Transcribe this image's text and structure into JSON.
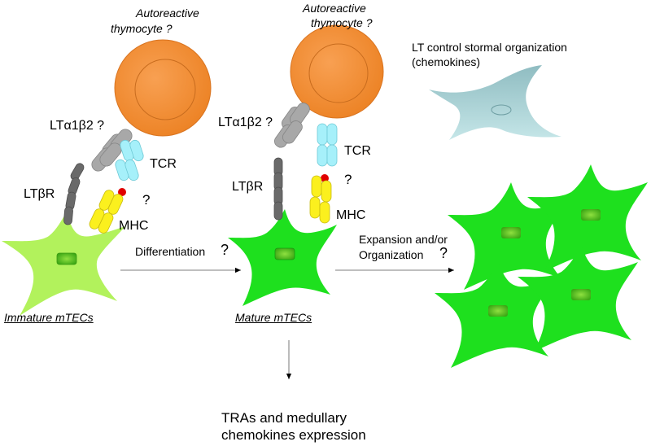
{
  "labels": {
    "autoreactive_left_1": "Autoreactive",
    "autoreactive_left_2": "thymocyte ?",
    "autoreactive_mid_1": "Autoreactive",
    "autoreactive_mid_2": "thymocyte ?",
    "stromal_1": "LT control stormal organization",
    "stromal_2": "(chemokines)",
    "lta1b2_left": "LTα1β2 ?",
    "ltbr_left": "LTβR",
    "tcr_left": "TCR",
    "q_left": "?",
    "mhc_left": "MHC",
    "lta1b2_mid": "LTα1β2 ?",
    "ltbr_mid": "LTβR",
    "tcr_mid": "TCR",
    "q_mid": "?",
    "mhc_mid": "MHC",
    "differentiation": "Differentiation",
    "differentiation_q": "?",
    "expansion_1": "Expansion and/or",
    "expansion_2": "Organization",
    "expansion_q": "?",
    "immature": "Immature mTECs",
    "mature": "Mature mTECs",
    "tras_1": "TRAs and medullary",
    "tras_2": "chemokines expression"
  },
  "colors": {
    "thymocyte": "#f4913a",
    "immature_mtec": "#b2f25c",
    "mature_mtec": "#1ee01e",
    "nucleus": "#46b81a",
    "stromal_cell": "#a3cfd3",
    "lt_alpha_beta": "#a8a8a8",
    "lt_beta_r": "#6a6a6a",
    "tcr": "#a6f0fa",
    "mhc": "#fbf01e",
    "peptide": "#e00000"
  }
}
